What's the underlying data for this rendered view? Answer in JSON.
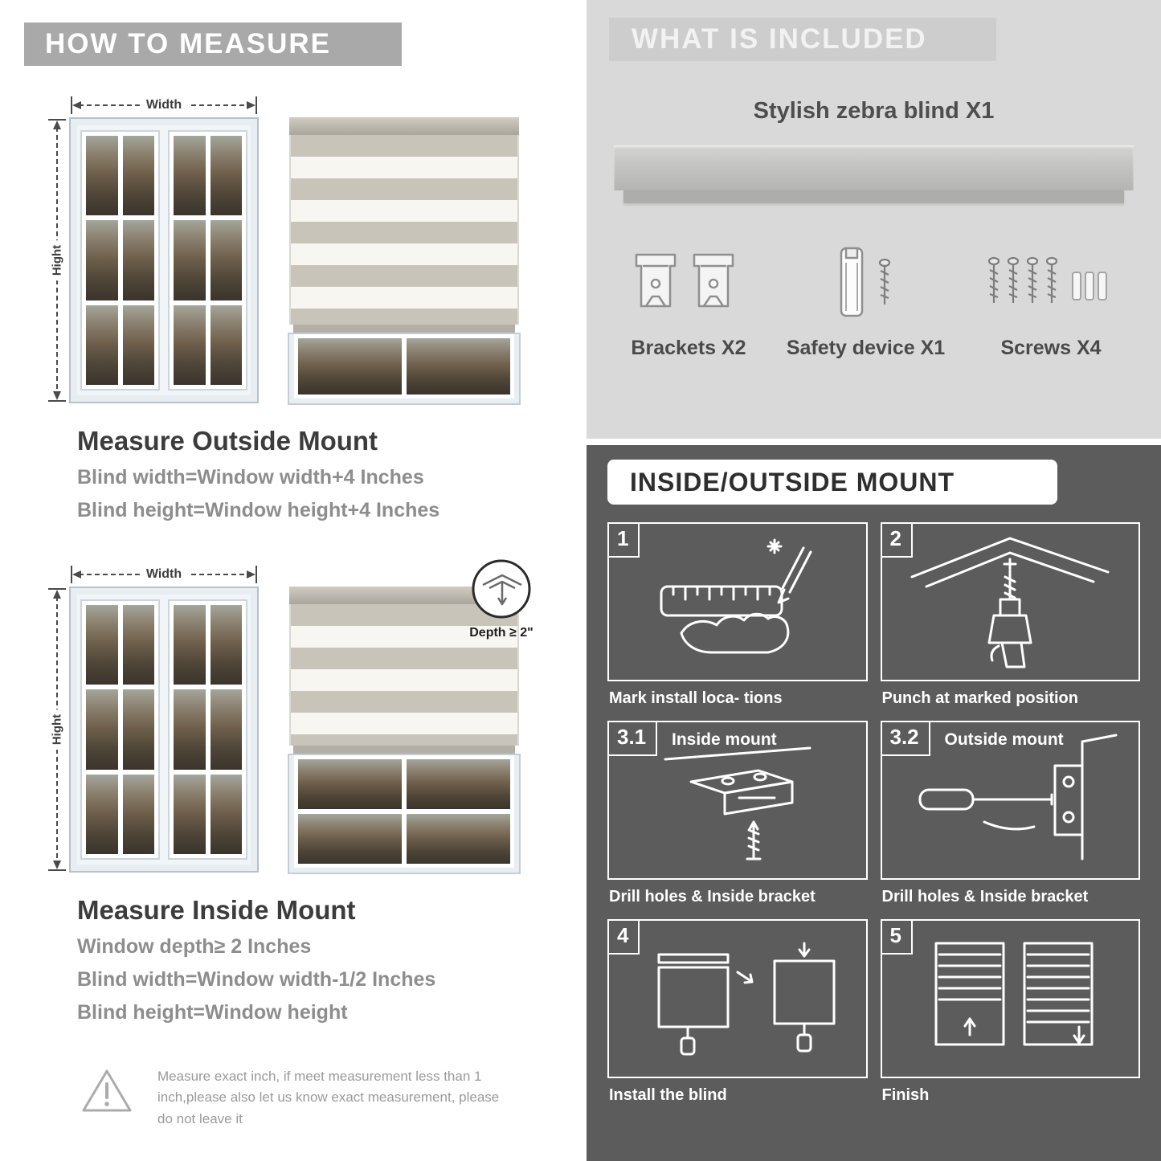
{
  "colors": {
    "banner_gray": "#a9a9a9",
    "included_bg": "#d9d9d9",
    "mount_bg": "#5c5c5c"
  },
  "left": {
    "header": "HOW TO MEASURE",
    "outside": {
      "width_label": "Width",
      "height_label": "Hight",
      "title": "Measure Outside Mount",
      "line1": "Blind width=Window width+4 Inches",
      "line2": "Blind height=Window height+4 Inches"
    },
    "inside": {
      "width_label": "Width",
      "height_label": "Hight",
      "depth_callout": "Depth ≥ 2\"",
      "title": "Measure Inside Mount",
      "line1": "Window depth≥ 2 Inches",
      "line2": "Blind width=Window width-1/2 Inches",
      "line3": "Blind height=Window height"
    },
    "warning": "Measure exact inch, if meet measurement less than 1 inch,please also let us know exact measurement, please do not leave it"
  },
  "included": {
    "header": "WHAT IS INCLUDED",
    "product": "Stylish zebra blind X1",
    "items": [
      {
        "label": "Brackets X2"
      },
      {
        "label": "Safety device X1"
      },
      {
        "label": "Screws X4"
      }
    ]
  },
  "mount": {
    "header": "INSIDE/OUTSIDE MOUNT",
    "steps": [
      {
        "num": "1",
        "caption": "Mark install loca- tions"
      },
      {
        "num": "2",
        "caption": "Punch at  marked position"
      },
      {
        "num": "3.1",
        "label": "Inside mount",
        "caption": "Drill holes &  Inside bracket"
      },
      {
        "num": "3.2",
        "label": "Outside mount",
        "caption": "Drill holes &  Inside bracket"
      },
      {
        "num": "4",
        "caption": "Install the blind"
      },
      {
        "num": "5",
        "caption": "Finish"
      }
    ]
  }
}
